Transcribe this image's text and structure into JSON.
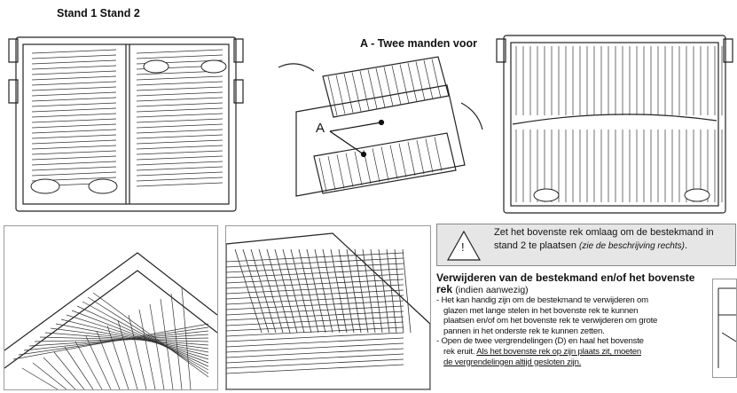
{
  "header": {
    "stand_labels": "Stand 1 Stand 2"
  },
  "callout": {
    "title_line1": "A - Twee manden voor",
    "title_line2": "bestek",
    "pointer_letter": "A"
  },
  "warning": {
    "symbol": "!",
    "text": "Zet het bovenste rek omlaag om de bestekmand in stand 2 te plaatsen",
    "note": "(zie de beschrijving rechts)",
    "end": "."
  },
  "section": {
    "title": "Verwijderen van de bestekmand en/of het bovenste rek",
    "title_note": "(indien aanwezig)",
    "item1_l1": "- Het kan handig zijn om de bestekmand te verwijderen om",
    "item1_l2": "glazen met lange stelen in het bovenste rek te kunnen",
    "item1_l3": "plaatsen en/of om het bovenste rek te verwijderen om grote",
    "item1_l4": "pannen in het onderste rek te kunnen zetten.",
    "item2_l1": "- Open de twee vergrendelingen (D) en haal het bovenste",
    "item2_l2a": "rek eruit.",
    "item2_l2b": "Als het bovenste rek op zijn plaats zit, moeten",
    "item2_l3": "de vergrendelingen altijd gesloten zijn."
  },
  "colors": {
    "line": "#222222",
    "warning_bg": "#e6e6e6",
    "frame": "#9a9a9a"
  }
}
